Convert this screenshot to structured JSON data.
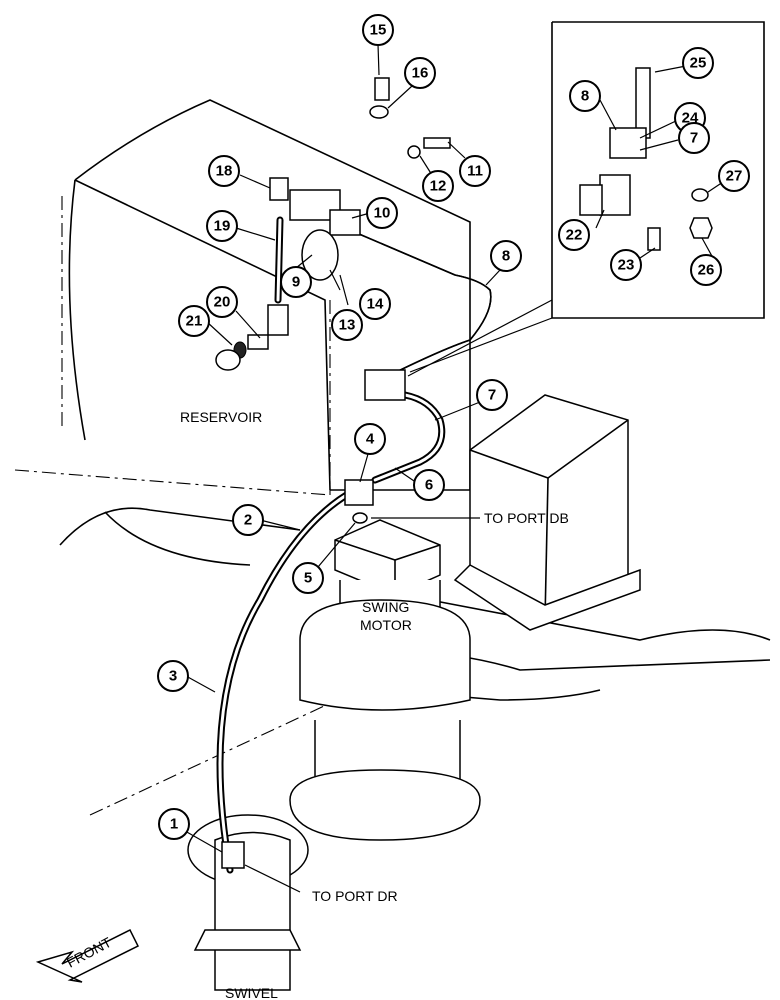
{
  "labels": {
    "reservoir": "RESERVOIR",
    "to_port_db": "TO PORT DB",
    "swing_motor_line1": "SWING",
    "swing_motor_line2": "MOTOR",
    "to_port_dr": "TO PORT DR",
    "swivel": "SWIVEL",
    "front": "FRONT"
  },
  "callouts": [
    "1",
    "2",
    "3",
    "4",
    "5",
    "6",
    "7",
    "8",
    "9",
    "10",
    "11",
    "12",
    "13",
    "14",
    "15",
    "16",
    "18",
    "19",
    "20",
    "21",
    "8",
    "24",
    "7",
    "22",
    "23",
    "25",
    "26",
    "27"
  ]
}
